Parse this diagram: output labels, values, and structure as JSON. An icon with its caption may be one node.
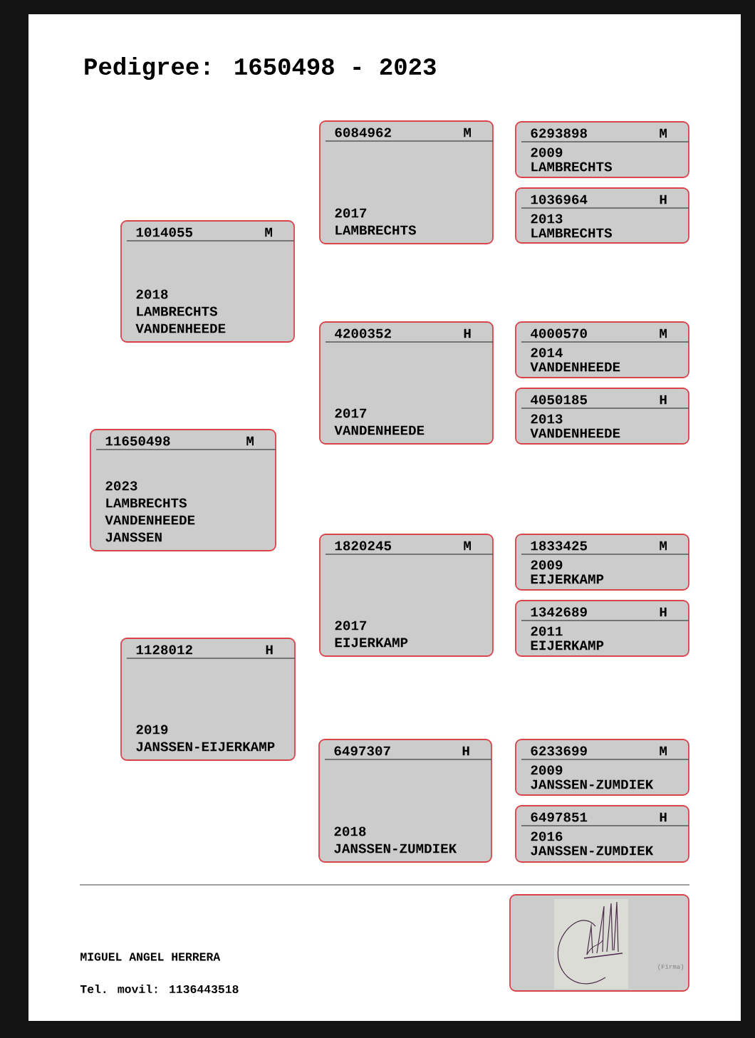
{
  "diagram": {
    "title": "Pedigree: 1650498 - 2023",
    "nodes": [
      {
        "text": [
          "11650498",
          "M",
          "2023",
          "LAMBRECHTS",
          "VANDENHEEDE",
          "JANSSEN"
        ]
      },
      {
        "text": [
          "1014055",
          "M",
          "2018",
          "LAMBRECHTS",
          "VANDENHEEDE"
        ]
      },
      {
        "text": [
          "6084962",
          "M",
          "2017",
          "LAMBRECHTS"
        ]
      },
      {
        "text": [
          "6293898",
          "M",
          "2009",
          "LAMBRECHTS"
        ]
      },
      {
        "text": [
          "1036964",
          "H",
          "2013",
          "LAMBRECHTS"
        ]
      },
      {
        "text": [
          "4200352",
          "H",
          "2017",
          "VANDENHEEDE"
        ]
      },
      {
        "text": [
          "4000570",
          "M",
          "2014",
          "VANDENHEEDE"
        ]
      },
      {
        "text": [
          "4050185",
          "H",
          "2013",
          "VANDENHEEDE"
        ]
      },
      {
        "text": [
          "1128012",
          "H",
          "2019",
          "JANSSEN-EIJERKAMP"
        ]
      },
      {
        "text": [
          "1820245",
          "M",
          "2017",
          "EIJERKAMP"
        ]
      },
      {
        "text": [
          "1833425",
          "M",
          "2009",
          "EIJERKAMP"
        ]
      },
      {
        "text": [
          "1342689",
          "H",
          "2011",
          "EIJERKAMP"
        ]
      },
      {
        "text": [
          "6497307",
          "H",
          "2018",
          "JANSSEN-ZUMDIEK"
        ]
      },
      {
        "text": [
          "6233699",
          "M",
          "2009",
          "JANSSEN-ZUMDIEK"
        ]
      },
      {
        "text": [
          "6497851",
          "H",
          "2016",
          "JANSSEN-ZUMDIEK"
        ]
      },
      {
        "text": [
          "(Firma)"
        ]
      }
    ],
    "labels": [
      "MIGUEL ANGEL HERRERA",
      "Tel. movil: 1136443518"
    ]
  }
}
